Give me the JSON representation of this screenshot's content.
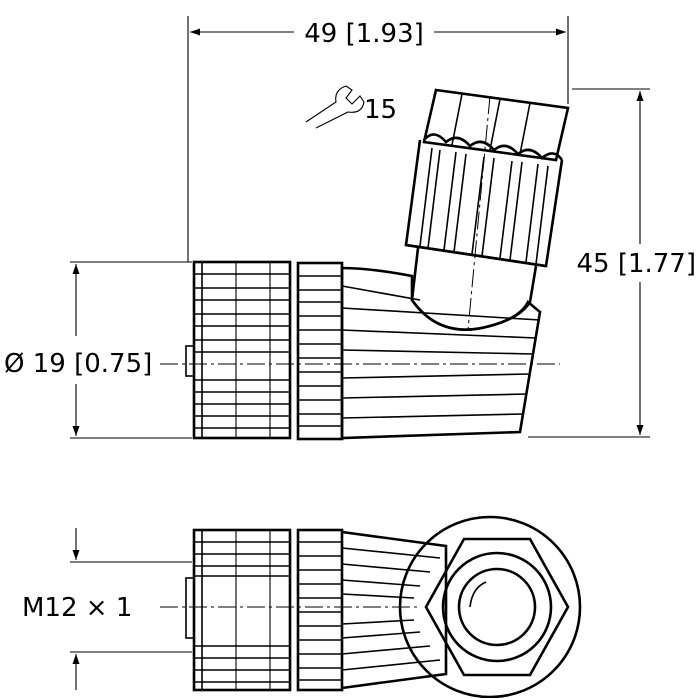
{
  "drawing": {
    "width_dim": "49 [1.93]",
    "height_dim": "45 [1.77]",
    "diameter_dim": "Ø 19 [0.75]",
    "wrench_size": "15",
    "thread_dim": "M12 × 1"
  }
}
